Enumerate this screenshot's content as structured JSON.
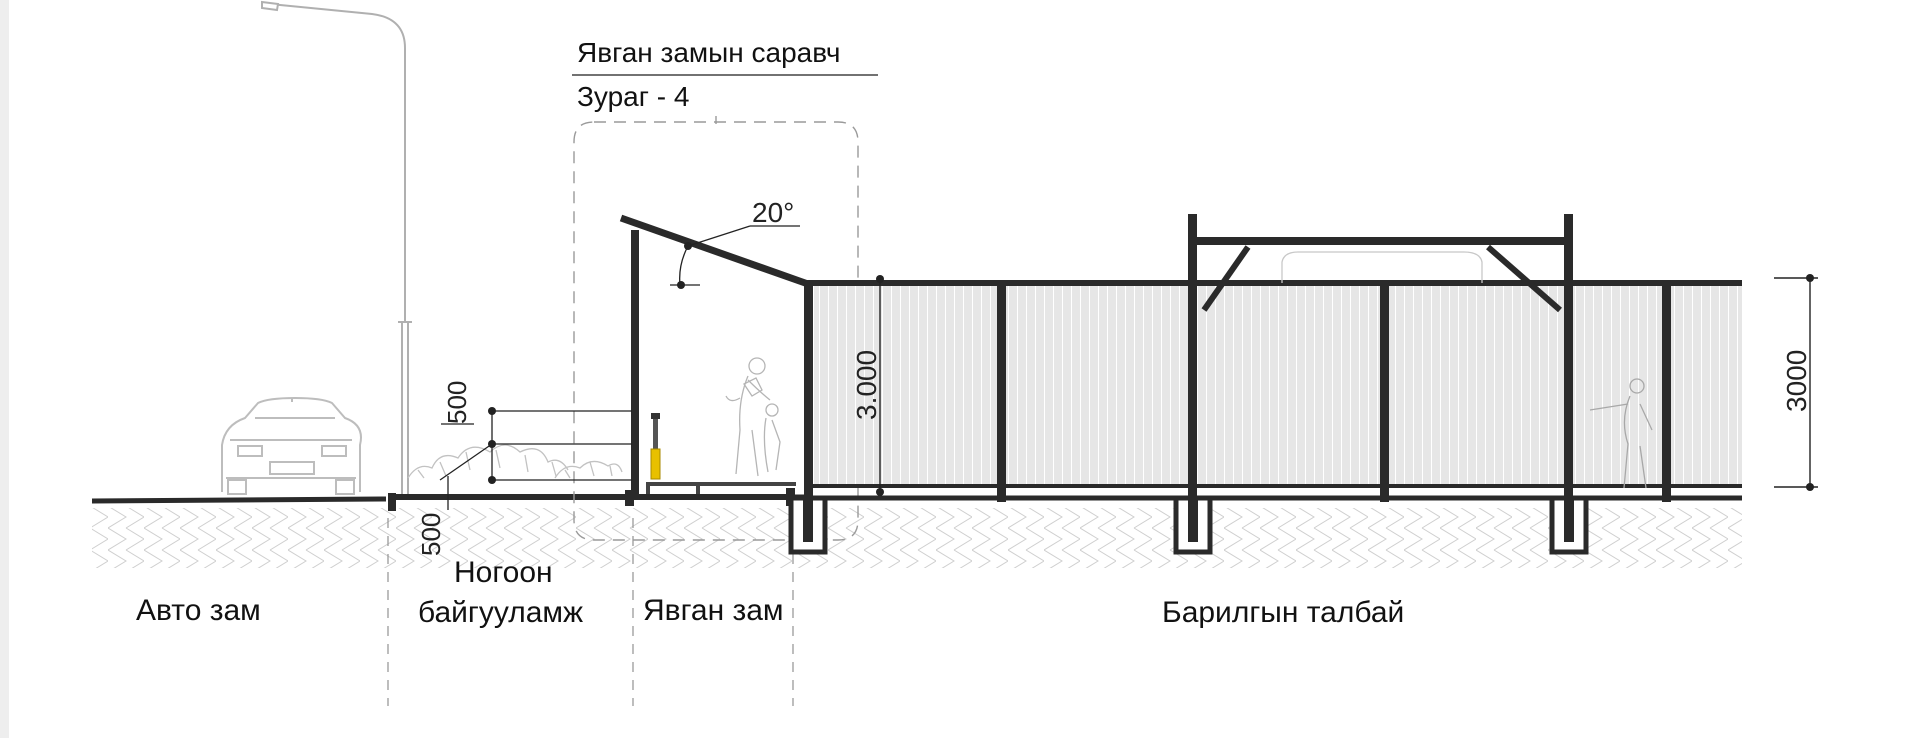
{
  "title": "Явган замын саравч",
  "subtitle": "Зураг - 4",
  "angle": "20°",
  "dim_fence_height": "3.000",
  "dim_right_height": "3000",
  "dim_upper": "500",
  "dim_lower": "500",
  "zones": {
    "road": "Авто зам",
    "green_line1": "Ногоон",
    "green_line2": "байгууламж",
    "sidewalk": "Явган зам",
    "construction": "Барилгын талбай"
  },
  "colors": {
    "line": "#2a2a2a",
    "fence": "#e3e3e3",
    "bollard": "#e8c000",
    "ground_hatch": "#cfcfcf",
    "faint": "#b8b8b8"
  }
}
